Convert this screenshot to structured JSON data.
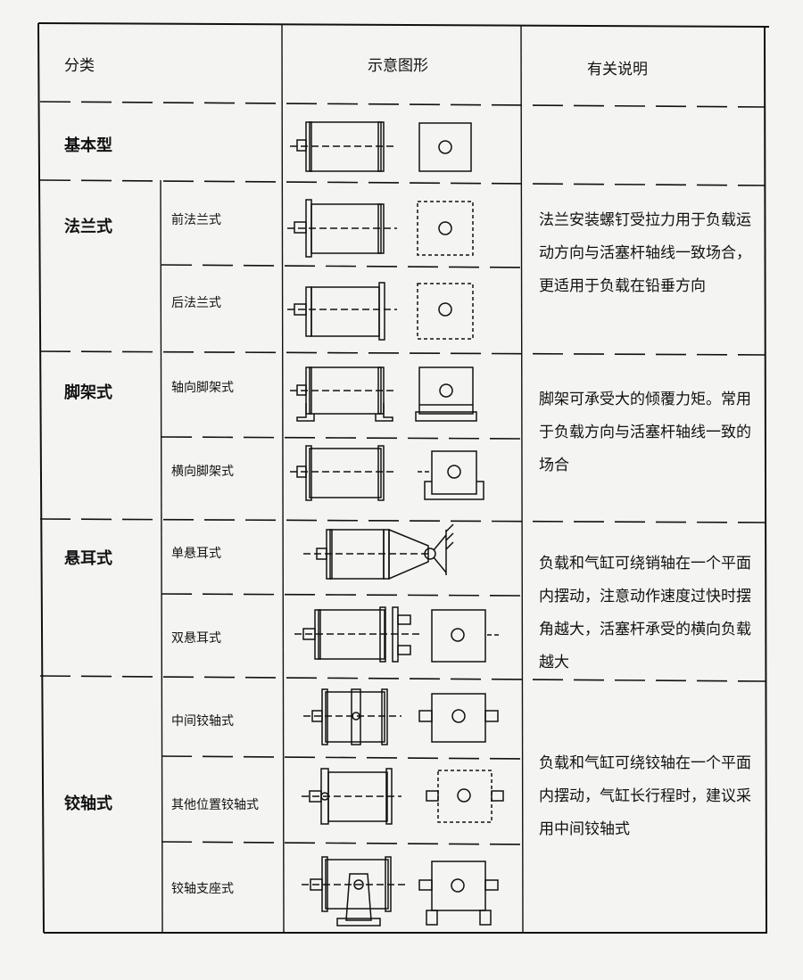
{
  "header": {
    "col_category": "分类",
    "col_diagram": "示意图形",
    "col_notes": "有关说明"
  },
  "rows": {
    "basic": {
      "category": "基本型"
    },
    "flange": {
      "category": "法兰式",
      "front": "前法兰式",
      "rear": "后法兰式",
      "note": "法兰安装螺钉受拉力用于负载运动方向与活塞杆轴线一致场合，更适用于负载在铅垂方向"
    },
    "foot": {
      "category": "脚架式",
      "axial": "轴向脚架式",
      "transverse": "横向脚架式",
      "note": "脚架可承受大的倾覆力矩。常用于负载方向与活塞杆轴线一致的场合"
    },
    "clevis": {
      "category": "悬耳式",
      "single": "单悬耳式",
      "double": "双悬耳式",
      "note": "负载和气缸可绕销轴在一个平面内摆动，注意动作速度过快时摆角越大，活塞杆承受的横向负载越大"
    },
    "trunnion": {
      "category": "铰轴式",
      "middle": "中间铰轴式",
      "other": "其他位置铰轴式",
      "bracket": "铰轴支座式",
      "note": "负载和气缸可绕铰轴在一个平面内摆动，气缸长行程时，建议采用中间铰轴式"
    }
  }
}
